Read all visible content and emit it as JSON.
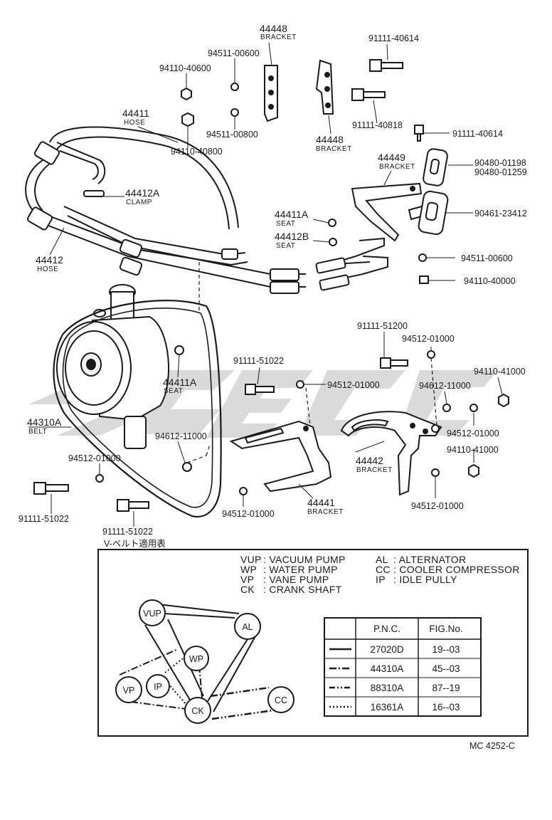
{
  "labels": {
    "p44448_top": "44448",
    "p44448_top_sub": "BRACKET",
    "p9111140614_top": "91111-40614",
    "p9451100600_top": "94511-00600",
    "p9411040600": "94110-40600",
    "p9111140818": "91111-40818",
    "p9111140614_mid": "91111-40614",
    "p44411_hose": "44411",
    "p44411_hose_sub": "HOSE",
    "p9451100800": "94511-00800",
    "p9411040800": "94110-40800",
    "p44448_mid": "44448",
    "p44448_mid_sub": "BRACKET",
    "p44449": "44449",
    "p44449_sub": "BRACKET",
    "p9048001198": "90480-01198",
    "p9048001259": "90480-01259",
    "p44412a": "44412A",
    "p44412a_sub": "CLAMP",
    "p9046123412": "90461-23412",
    "p44411a_seat_top": "44411A",
    "p44411a_seat_top_sub": "SEAT",
    "p44412b": "44412B",
    "p44412b_sub": "SEAT",
    "p44412": "44412",
    "p44412_sub": "HOSE",
    "p9451100600_r": "94511-00600",
    "p9411040000": "94110-40000",
    "p9111151200": "91111-51200",
    "p9451201000_a": "94512-01000",
    "p9111151022_mid": "91111-51022",
    "p9411041000_a": "94110-41000",
    "p44411a_seat_mid": "44411A",
    "p44411a_seat_mid_sub": "SEAT",
    "p9451201000_b": "94512-01000",
    "p9461211000_r": "94612-11000",
    "p44310a": "44310A",
    "p44310a_sub": "BELT",
    "p9451201000_c": "94512-01000",
    "p9461211000_l": "94612-11000",
    "p44442": "44442",
    "p44442_sub": "BRACKET",
    "p9411041000_b": "94110-41000",
    "p9451201000_d": "94512-01000",
    "p9111151022_l": "91111-51022",
    "p9451201000_e": "94512-01000",
    "p44441": "44441",
    "p44441_sub": "BRACKET",
    "p9451201000_f": "94512-01000",
    "p9111151022_b": "91111-51022",
    "vbelt_title": "V-ベルト適用表"
  },
  "legend": {
    "left": [
      {
        "code": "VUP",
        "desc": ": VACUUM PUMP"
      },
      {
        "code": "WP",
        "desc": ": WATER PUMP"
      },
      {
        "code": "VP",
        "desc": ": VANE PUMP"
      },
      {
        "code": "CK",
        "desc": ": CRANK SHAFT"
      }
    ],
    "right": [
      {
        "code": "AL",
        "desc": ": ALTERNATOR"
      },
      {
        "code": "CC",
        "desc": ": COOLER COMPRESSOR"
      },
      {
        "code": "IP",
        "desc": ": IDLE PULLY"
      }
    ]
  },
  "pulleys": {
    "vup": "VUP",
    "al": "AL",
    "wp": "WP",
    "vp": "VP",
    "ip": "IP",
    "ck": "CK",
    "cc": "CC"
  },
  "table": {
    "headers": [
      "P.N.C.",
      "FIG.No."
    ],
    "rows": [
      {
        "pnc": "27020D",
        "fig": "19--03",
        "line": "solid"
      },
      {
        "pnc": "44310A",
        "fig": "45--03",
        "line": "dash-dot"
      },
      {
        "pnc": "88310A",
        "fig": "87--19",
        "line": "dash-dot-dot"
      },
      {
        "pnc": "16361A",
        "fig": "16--03",
        "line": "dotted"
      }
    ]
  },
  "footer": {
    "code": "MC 4252-C"
  }
}
